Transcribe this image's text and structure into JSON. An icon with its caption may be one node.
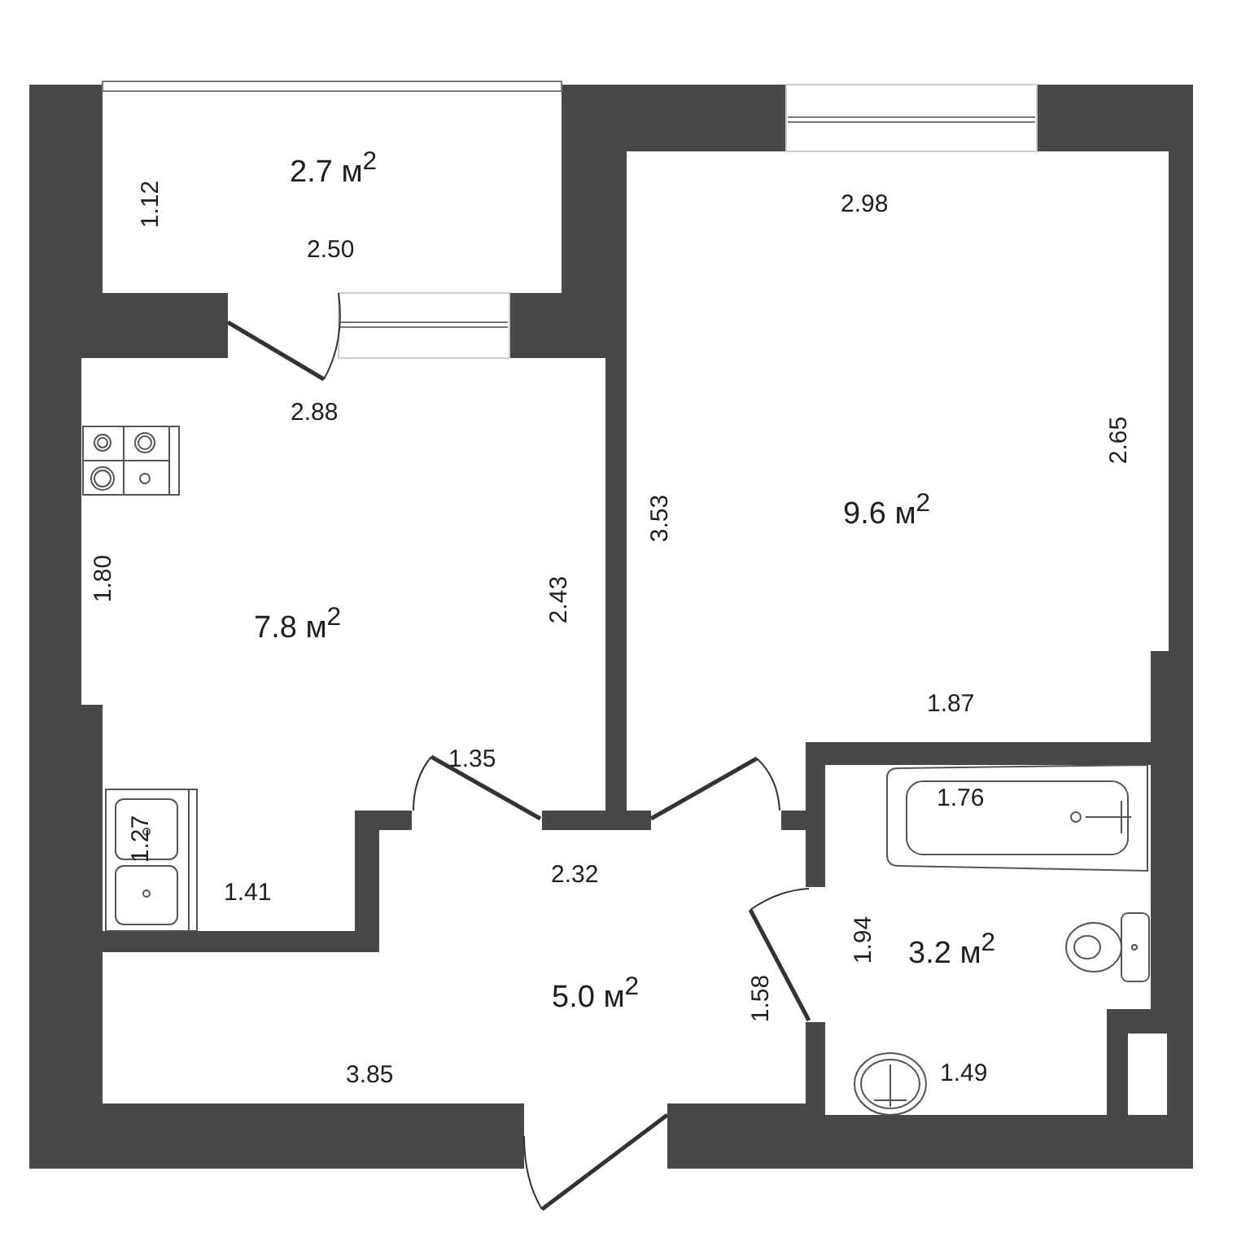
{
  "diagram": {
    "nodes": [
      {
        "text": [
          "2.7 м$^{2}$"
        ]
      },
      {
        "text": [
          "7.8 м$^{2}$"
        ]
      },
      {
        "text": [
          "9.6 м$^{2}$"
        ]
      },
      {
        "text": [
          "5.0 м$^{2}$"
        ]
      },
      {
        "text": [
          "3.2 м$^{2}$"
        ]
      }
    ],
    "labels": [
      "1.12",
      "2.50",
      "2.98",
      "2.88",
      "2.65",
      "3.53",
      "1.80",
      "2.43",
      "1.87",
      "1.35",
      "1.76",
      "1.27",
      "2.32",
      "1.41",
      "1.94",
      "1.58",
      "3.85",
      "1.49"
    ]
  }
}
